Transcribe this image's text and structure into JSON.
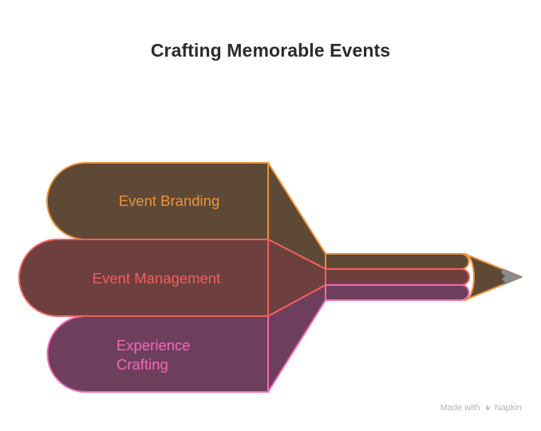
{
  "title": "Crafting Memorable Events",
  "sections": [
    {
      "label_lines": [
        "Event Branding"
      ],
      "color": "#f0923a",
      "fill": "#5e4936"
    },
    {
      "label_lines": [
        "Event Management"
      ],
      "color": "#f0605c",
      "fill": "#6e3f3f"
    },
    {
      "label_lines": [
        "Experience",
        "Crafting"
      ],
      "color": "#f06aba",
      "fill": "#6e3f5c"
    }
  ],
  "pencil_tip_color": "#8a8a8a",
  "footer": {
    "made_with": "Made with",
    "brand": "Napkin"
  }
}
